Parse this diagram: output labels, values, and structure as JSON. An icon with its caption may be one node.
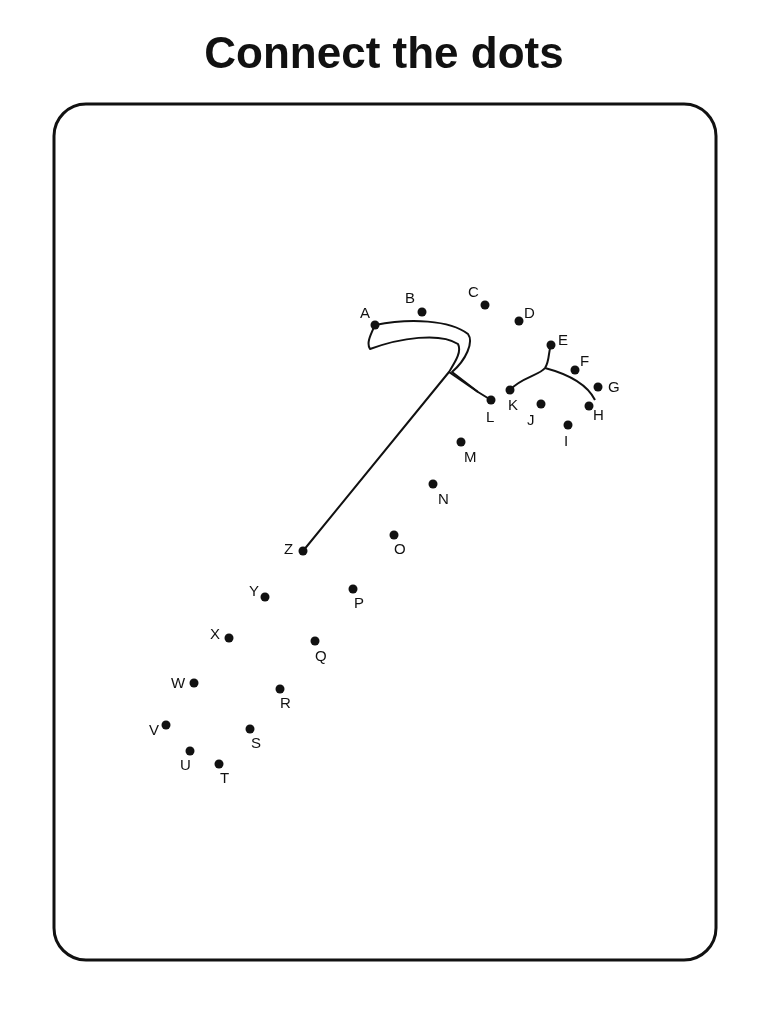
{
  "diagram": {
    "title": "Connect the dots",
    "labels": [
      "A",
      "B",
      "C",
      "D",
      "E",
      "F",
      "G",
      "H",
      "I",
      "J",
      "K",
      "L",
      "M",
      "N",
      "O",
      "P",
      "Q",
      "R",
      "S",
      "T",
      "U",
      "V",
      "W",
      "X",
      "Y",
      "Z"
    ]
  }
}
